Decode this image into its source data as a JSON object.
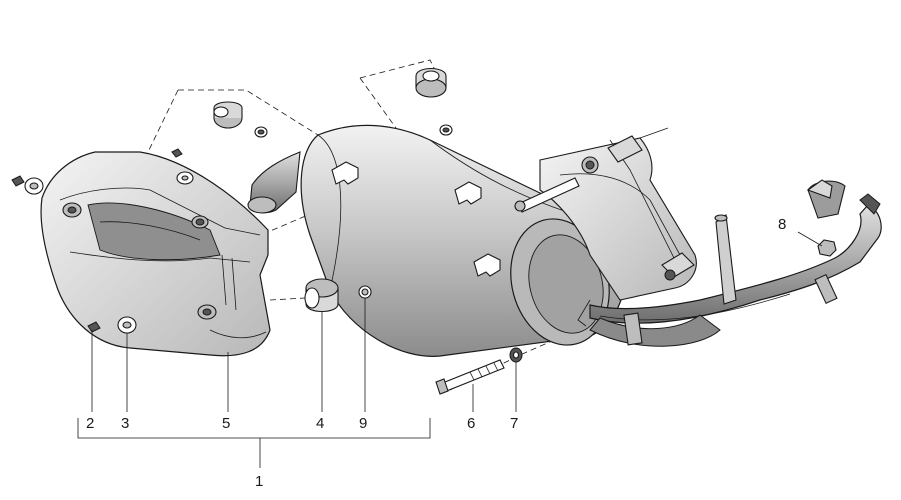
{
  "diagram": {
    "labels": {
      "p1": "1",
      "p2": "2",
      "p3": "3",
      "p4": "4",
      "p5": "5",
      "p6": "6",
      "p7": "7",
      "p8": "8",
      "p9": "9"
    }
  }
}
